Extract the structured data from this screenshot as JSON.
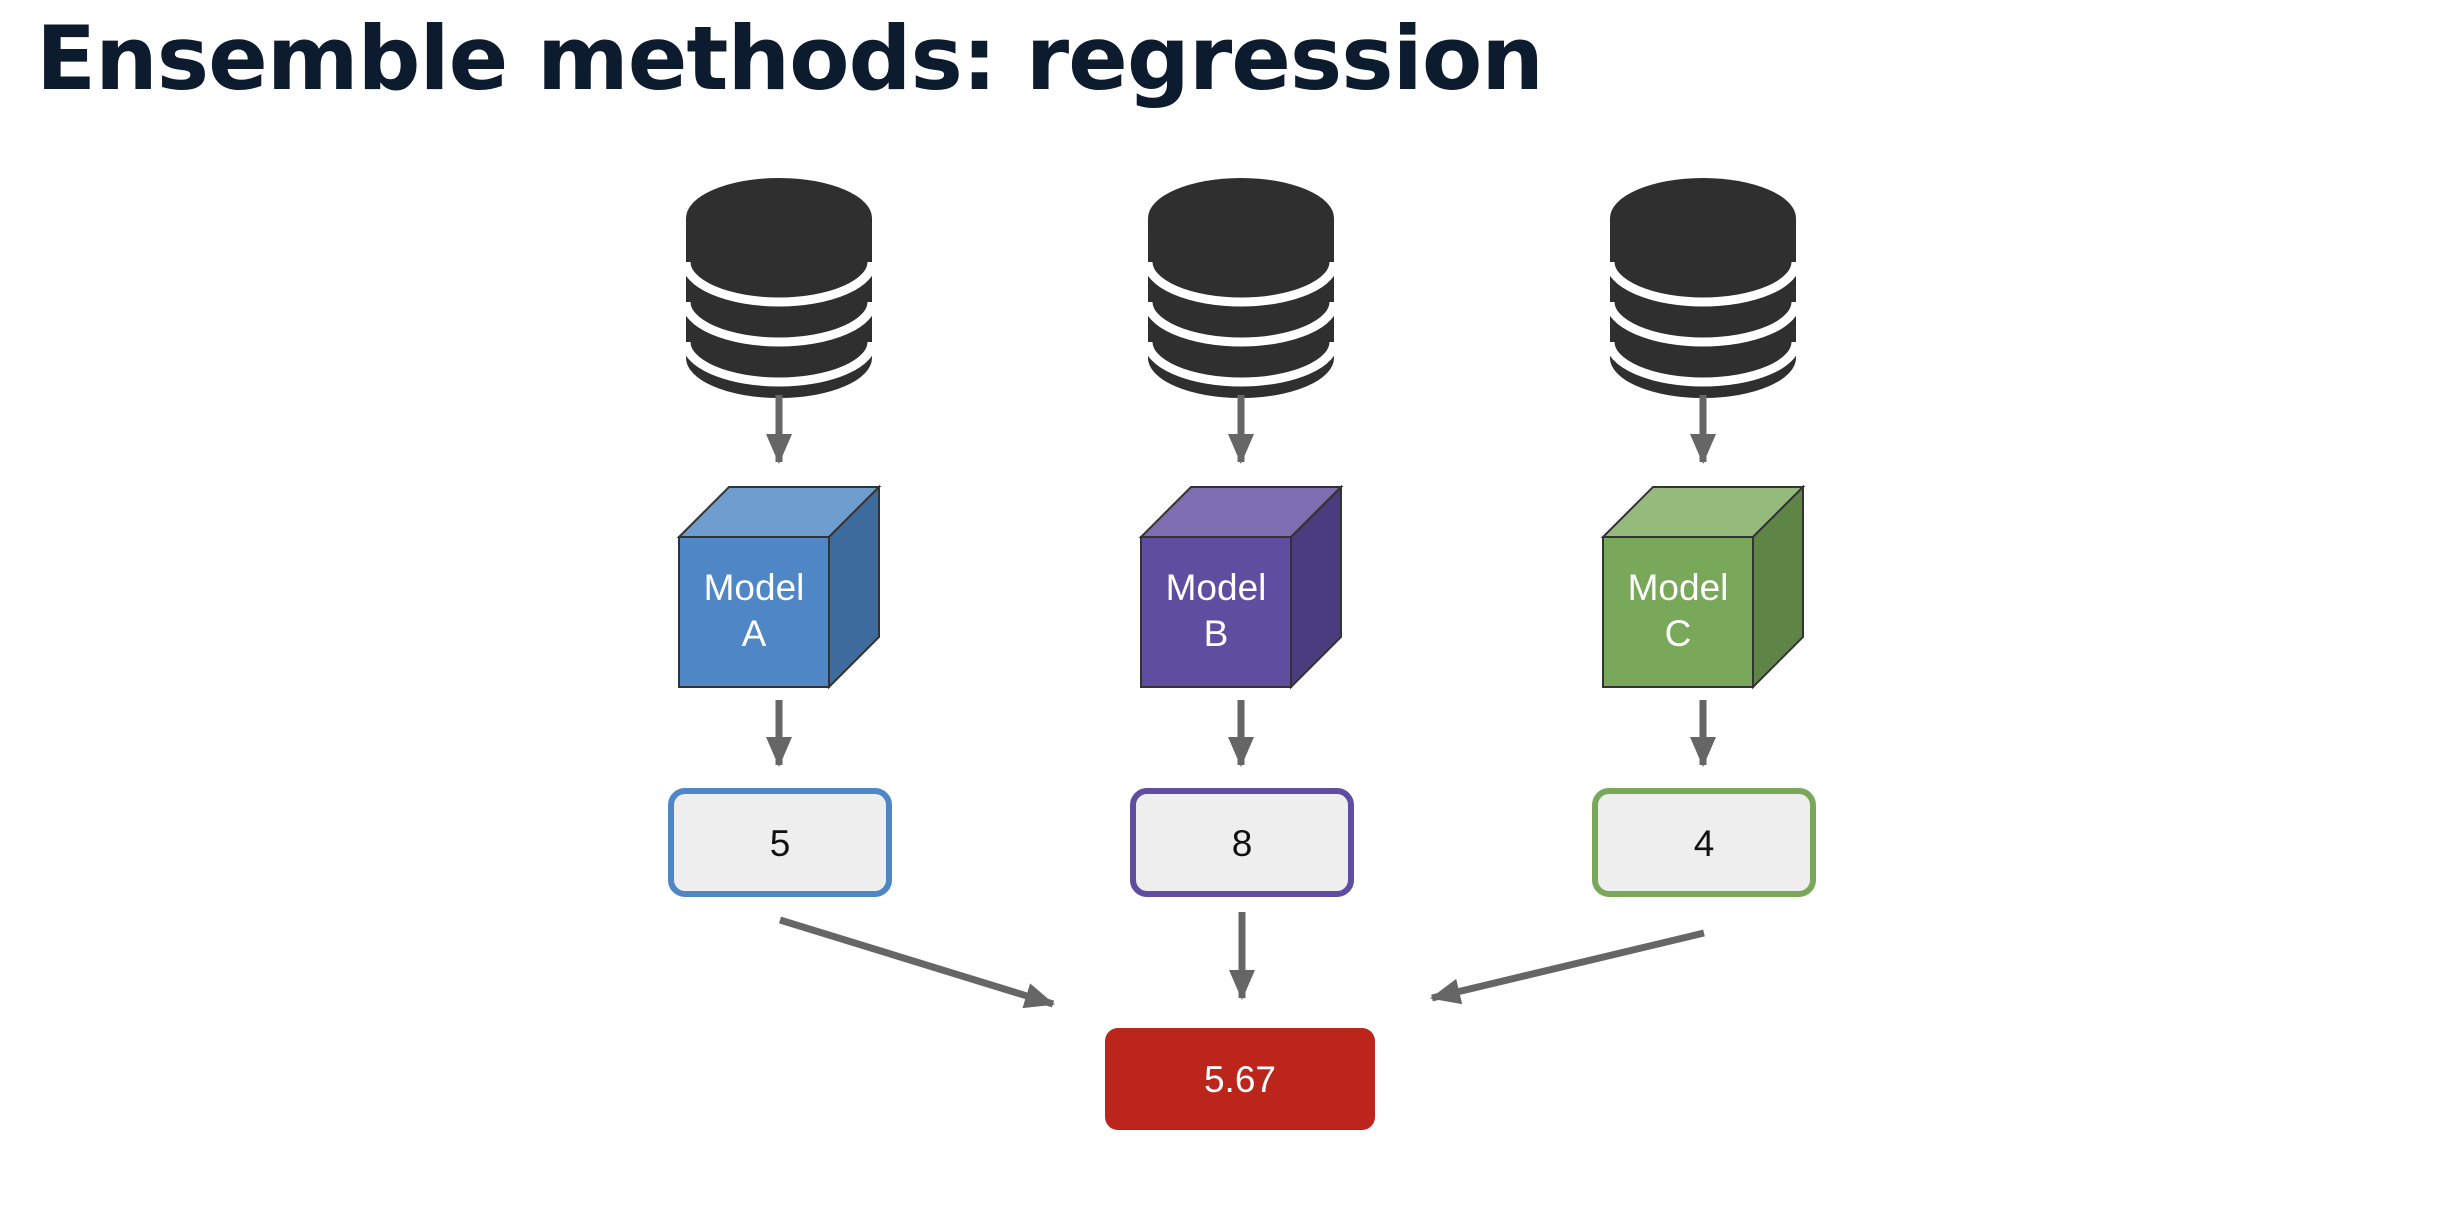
{
  "slide": {
    "title": "Ensemble methods: regression"
  },
  "models": [
    {
      "name_line1": "Model",
      "name_line2": "A",
      "prediction": "5",
      "colors": {
        "front": "#4f86c6",
        "top": "#6f9ccf",
        "side": "#3e6b9e",
        "border": "#4f86c6"
      }
    },
    {
      "name_line1": "Model",
      "name_line2": "B",
      "prediction": "8",
      "colors": {
        "front": "#5f4da0",
        "top": "#7e6db0",
        "side": "#4b3c80",
        "border": "#5f4da0"
      }
    },
    {
      "name_line1": "Model",
      "name_line2": "C",
      "prediction": "4",
      "colors": {
        "front": "#79a85b",
        "top": "#96b97c",
        "side": "#5e8546",
        "border": "#79a85b"
      }
    }
  ],
  "result": {
    "value": "5.67",
    "color": "#bb251c"
  },
  "icons": {
    "data_source": "database-icon",
    "model": "cube-icon",
    "flow": "arrow-icon"
  },
  "colors": {
    "arrow": "#666666",
    "database": "#2f2f2f",
    "prediction_fill": "#eeeeee"
  }
}
